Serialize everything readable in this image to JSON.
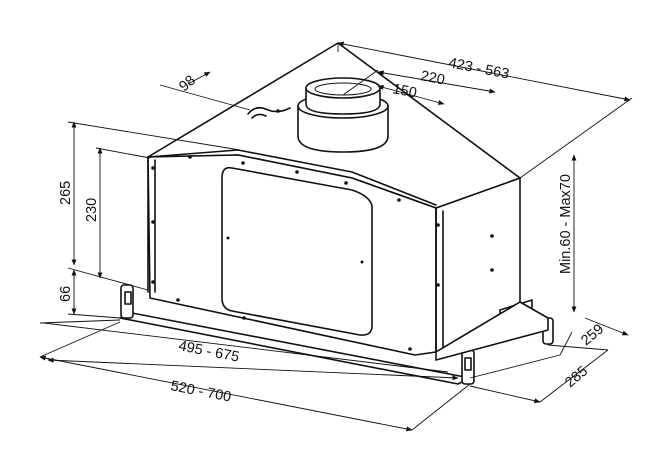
{
  "dimensions": {
    "top_width": "423 - 563",
    "duct_offset": "220",
    "duct_diameter": "150",
    "duct_setback": "98",
    "total_height": "265",
    "body_height": "230",
    "bracket_height": "66",
    "inner_width": "495 - 675",
    "outer_width": "520 - 700",
    "height_range": "Min.60 - Max70",
    "depth_inner": "259",
    "depth_outer": "285"
  }
}
